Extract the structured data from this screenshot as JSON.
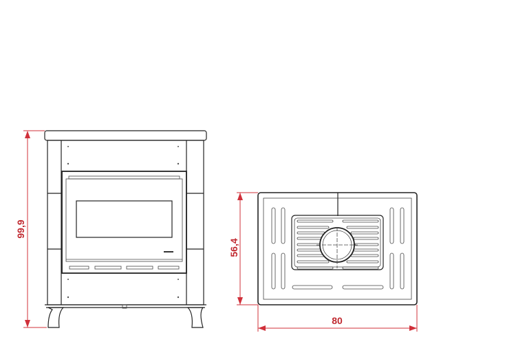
{
  "drawing": {
    "front_view": {
      "height_label": "99,9"
    },
    "top_view": {
      "depth_label": "56,4",
      "width_label": "80"
    },
    "dimension_color": "#d0303a"
  }
}
